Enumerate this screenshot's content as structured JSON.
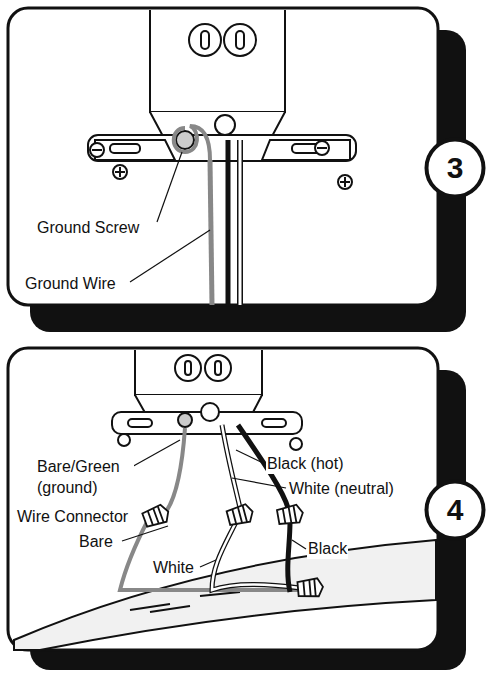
{
  "diagram": {
    "nodes": [
      {
        "text": [
          "3"
        ]
      },
      {
        "text": [
          "4"
        ]
      }
    ],
    "labels": [
      "Ground Screw",
      "Ground Wire",
      "Bare/Green (ground)",
      "Black (hot)",
      "White (neutral)",
      "Wire Connector",
      "Bare",
      "White",
      "Black"
    ]
  }
}
